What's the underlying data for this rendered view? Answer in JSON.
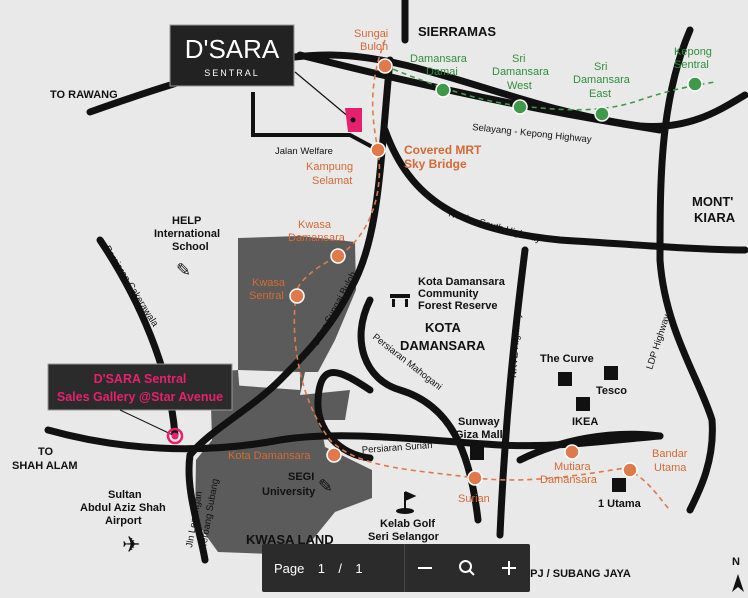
{
  "logo": {
    "brand": "D'SARA",
    "sub": "SENTRAL"
  },
  "places": {
    "sierramas": "SIERRAMAS",
    "mont_kiara_1": "MONT'",
    "mont_kiara_2": "KIARA",
    "kota_damansara_1": "KOTA",
    "kota_damansara_2": "DAMANSARA",
    "kwasa_land": "KWASA LAND",
    "help_1": "HELP",
    "help_2": "International",
    "help_3": "School",
    "segi_1": "SEGI",
    "segi_2": "University",
    "forest_1": "Kota Damansara",
    "forest_2": "Community",
    "forest_3": "Forest Reserve",
    "the_curve": "The Curve",
    "tesco": "Tesco",
    "ikea": "IKEA",
    "sunway_1": "Sunway",
    "sunway_2": "Giza Mall",
    "one_utama": "1 Utama",
    "golf_1": "Kelab Golf",
    "golf_2": "Seri Selangor",
    "airport_1": "Sultan",
    "airport_2": "Abdul Aziz Shah",
    "airport_3": "Airport",
    "to_rawang": "TO RAWANG",
    "to_shah_alam_1": "TO",
    "to_shah_alam_2": "SHAH ALAM",
    "to_pj": "TO PJ / SUBANG JAYA",
    "north": "N"
  },
  "roads": {
    "selayang": "Selayang - Kepong Highway",
    "north_south": "North - South Highway",
    "jalan_welfare": "Jalan Welfare",
    "cakerawala": "Persiaran Cakerawala",
    "sungai_buloh": "Jalan Sungai Buloh",
    "mahogani": "Persiaran Mahogani",
    "nkve": "NKVE Highway",
    "ldp": "LDP Highway",
    "surian": "Persiaran Surian",
    "lepangan_1": "Jln Lepangan",
    "lepangan_2": "Terbang Subang"
  },
  "mrt_stations": {
    "sungai_buloh_1": "Sungai",
    "sungai_buloh_2": "Buloh",
    "kampung_selamat_1": "Kampung",
    "kampung_selamat_2": "Selamat",
    "sky_bridge_1": "Covered MRT",
    "sky_bridge_2": "Sky Bridge",
    "kwasa_damansara_1": "Kwasa",
    "kwasa_damansara_2": "Damansara",
    "kwasa_sentral_1": "Kwasa",
    "kwasa_sentral_2": "Sentral",
    "kota_damansara": "Kota Damansara",
    "surian": "Surian",
    "mutiara_1": "Mutiara",
    "mutiara_2": "Damansara",
    "bandar_utama_1": "Bandar",
    "bandar_utama_2": "Utama"
  },
  "line2_stations": {
    "damansara_damai_1": "Damansara",
    "damansara_damai_2": "Damai",
    "sri_damansara_west_1": "Sri",
    "sri_damansara_west_2": "Damansara",
    "sri_damansara_west_3": "West",
    "sri_damansara_east_1": "Sri",
    "sri_damansara_east_2": "Damansara",
    "sri_damansara_east_3": "East",
    "kepong_sentral_1": "Kepong",
    "kepong_sentral_2": "Sentral"
  },
  "callout": {
    "line1": "D'SARA Sentral",
    "line2": "Sales Gallery @Star Avenue"
  },
  "toolbar": {
    "page_label": "Page",
    "current_page": "1",
    "separator": "/",
    "total_pages": "1"
  },
  "colors": {
    "mrt_line": "#e07a4a",
    "green_line": "#3e9a48",
    "highlight": "#e5206f",
    "dark_zone": "#5b5b5b"
  }
}
